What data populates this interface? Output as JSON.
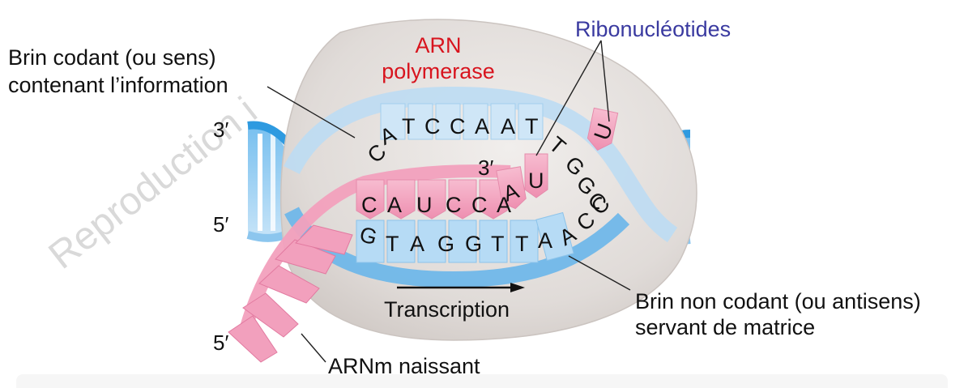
{
  "labels": {
    "coding_strand": [
      "Brin codant (ou sens)",
      "contenant l’information"
    ],
    "polymerase": [
      "ARN",
      "polymerase"
    ],
    "ribonucleotides": "Ribonucléotides",
    "template_strand": [
      "Brin non codant (ou antisens)",
      "servant de matrice"
    ],
    "transcription": "Transcription",
    "mrna": "ARNm naissant"
  },
  "ends": {
    "dna_top_left": "3′",
    "dna_bottom_left": "5′",
    "rna_tail": "5′",
    "rna_growing": "3′"
  },
  "sequences": {
    "coding_strand": [
      "C",
      "A",
      "T",
      "C",
      "C",
      "A",
      "A",
      "T",
      "T",
      "G",
      "G",
      "C"
    ],
    "rna_strand": [
      "C",
      "A",
      "U",
      "C",
      "C",
      "A",
      "A",
      "U"
    ],
    "free_ribonucleotide": "U",
    "template_strand": [
      "G",
      "T",
      "A",
      "G",
      "G",
      "T",
      "T",
      "A",
      "A",
      "C",
      "C"
    ]
  },
  "watermark": "Reproduction i",
  "colors": {
    "polymerase": "#e4dfdc",
    "dna": "#a9d3f0",
    "dna_dark": "#2e9ae0",
    "rna": "#f4a9c2",
    "rna_dark": "#e04d86",
    "label_red": "#d8141e",
    "label_blue": "#3a3aa0"
  }
}
